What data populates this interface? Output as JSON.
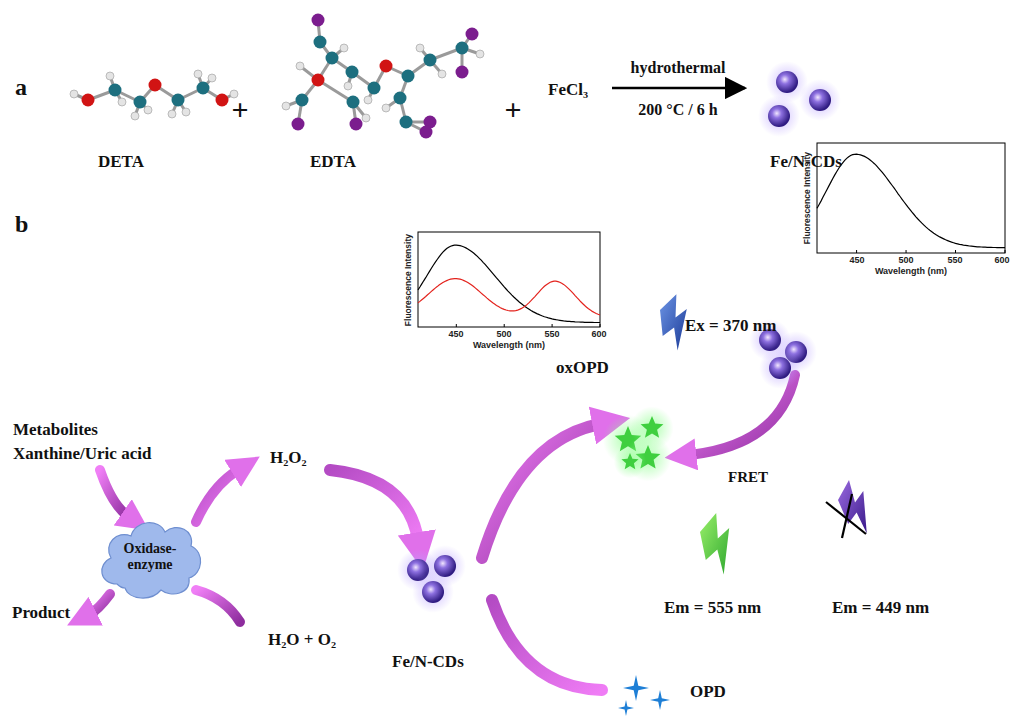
{
  "diagram": {
    "nodes": [
      {
        "text": [
          "Oxidase-enzyme"
        ]
      }
    ],
    "labels": [
      "a",
      "DETA",
      "+",
      "EDTA",
      "+",
      "FeCl₃",
      "hydrothermal",
      "200 °C / 6 h",
      "Fe/N-CDs",
      "b",
      "Fluorescence Intensity",
      "450",
      "500",
      "550",
      "600",
      "Wavelength (nm)",
      "Ex = 370 nm",
      "oxOPD",
      "Fluorescence Intensity",
      "450",
      "500",
      "550",
      "600",
      "Wavelength (nm)",
      "Metabolites Xanthine/Uric acid",
      "H₂O₂",
      "FRET",
      "Product",
      "H₂O + O₂",
      "Fe/N-CDs",
      "Em = 555 nm",
      "Em = 449 nm",
      "OPD"
    ]
  }
}
